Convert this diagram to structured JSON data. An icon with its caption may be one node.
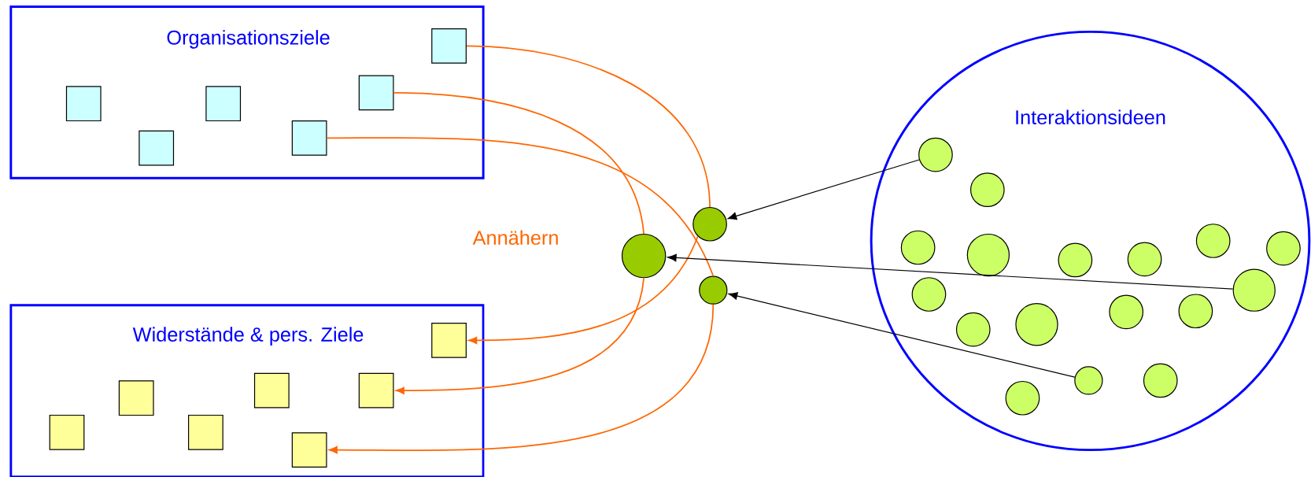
{
  "diagram": {
    "nodes": [
      {
        "text": [
          "Organisationsziele"
        ]
      },
      {
        "text": [],
        "shape": "box",
        "in": 0
      },
      {
        "text": [],
        "shape": "box",
        "in": 0
      },
      {
        "text": [],
        "shape": "box",
        "in": 0
      },
      {
        "text": [],
        "shape": "box",
        "in": 0
      },
      {
        "text": [],
        "shape": "box",
        "in": 0
      },
      {
        "text": [],
        "shape": "box",
        "in": 0
      },
      {
        "text": [
          "Widerstände & pers. Ziele"
        ]
      },
      {
        "text": [],
        "shape": "box",
        "in": 7
      },
      {
        "text": [],
        "shape": "box",
        "in": 7
      },
      {
        "text": [],
        "shape": "box",
        "in": 7
      },
      {
        "text": [],
        "shape": "box",
        "in": 7
      },
      {
        "text": [],
        "shape": "box",
        "in": 7
      },
      {
        "text": [],
        "shape": "box",
        "in": 7
      },
      {
        "text": [],
        "shape": "box",
        "in": 7
      },
      {
        "text": [],
        "shape": "circle"
      },
      {
        "text": [],
        "shape": "circle"
      },
      {
        "text": [],
        "shape": "circle"
      },
      {
        "text": [
          "Interaktionsideen"
        ]
      },
      {
        "text": [],
        "shape": "circle",
        "in": 18
      },
      {
        "text": [],
        "shape": "circle",
        "in": 18
      },
      {
        "text": [],
        "shape": "circle",
        "in": 18
      },
      {
        "text": [],
        "shape": "circle",
        "in": 18
      },
      {
        "text": [],
        "shape": "circle",
        "in": 18
      },
      {
        "text": [],
        "shape": "circle",
        "in": 18
      },
      {
        "text": [],
        "shape": "circle",
        "in": 18
      },
      {
        "text": [],
        "shape": "circle",
        "in": 18
      },
      {
        "text": [],
        "shape": "circle",
        "in": 18
      },
      {
        "text": [],
        "shape": "circle",
        "in": 18
      },
      {
        "text": [],
        "shape": "circle",
        "in": 18
      },
      {
        "text": [],
        "shape": "circle",
        "in": 18
      },
      {
        "text": [],
        "shape": "circle",
        "in": 18
      },
      {
        "text": [],
        "shape": "circle",
        "in": 18
      },
      {
        "text": [],
        "shape": "circle",
        "in": 18
      },
      {
        "text": [],
        "shape": "circle",
        "in": 18
      },
      {
        "text": [],
        "shape": "circle",
        "in": 18
      }
    ],
    "edges": [
      {
        "from": 6,
        "to": 16,
        "arrow": "none"
      },
      {
        "from": 16,
        "to": 14,
        "arrow": "to"
      },
      {
        "from": 5,
        "to": 15,
        "arrow": "none"
      },
      {
        "from": 15,
        "to": 13,
        "arrow": "to"
      },
      {
        "from": 4,
        "to": 17,
        "arrow": "none"
      },
      {
        "from": 17,
        "to": 12,
        "arrow": "to"
      },
      {
        "from": 21,
        "to": 16,
        "arrow": "to",
        "color": "#000000"
      },
      {
        "from": 34,
        "to": 15,
        "arrow": "to",
        "color": "#000000"
      },
      {
        "from": 28,
        "to": 17,
        "arrow": "to",
        "color": "#000000"
      }
    ],
    "labels": [
      "Annähern"
    ]
  }
}
